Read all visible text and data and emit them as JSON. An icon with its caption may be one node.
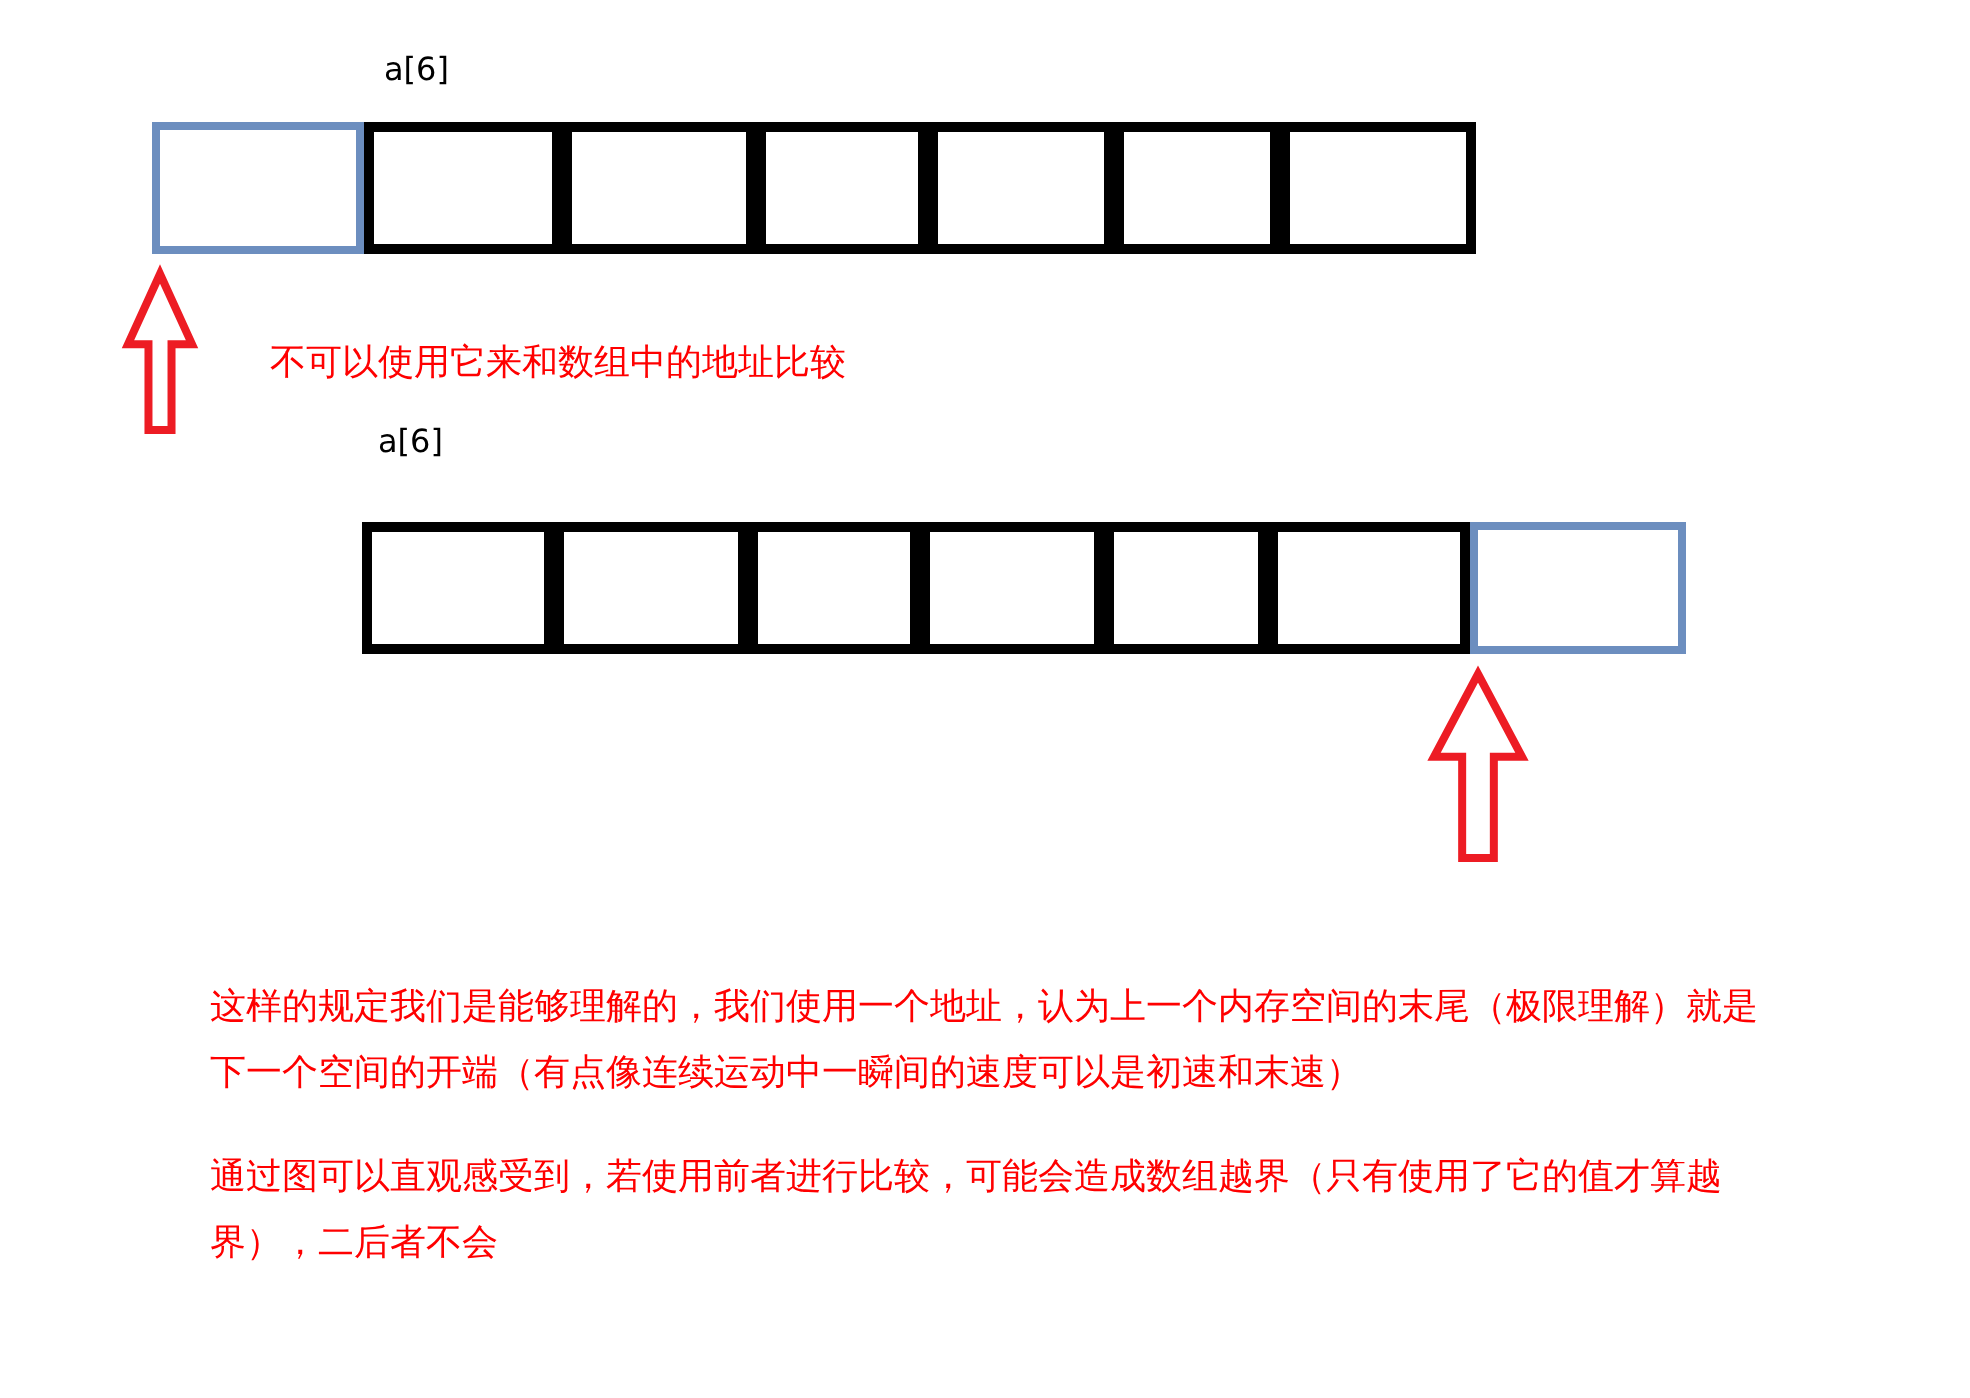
{
  "diagram": {
    "nodes": [
      {
        "text": [],
        "shape": "box"
      },
      {
        "text": [],
        "shape": "box"
      },
      {
        "text": [],
        "shape": "box"
      },
      {
        "text": [],
        "shape": "box"
      },
      {
        "text": [],
        "shape": "box"
      },
      {
        "text": [],
        "shape": "box"
      },
      {
        "text": [],
        "shape": "box"
      },
      {
        "text": [],
        "shape": "box"
      },
      {
        "text": [],
        "shape": "box"
      },
      {
        "text": [],
        "shape": "box"
      },
      {
        "text": [],
        "shape": "box"
      },
      {
        "text": [],
        "shape": "box"
      },
      {
        "text": [],
        "shape": "box"
      },
      {
        "text": [],
        "shape": "box"
      }
    ],
    "edges": [
      {
        "from": null,
        "to": 0,
        "arrow": "to"
      },
      {
        "from": null,
        "to": 13,
        "arrow": "to"
      }
    ],
    "labels": [
      "a[6]",
      "不可以使用它来和数组中的地址比较",
      "a[6]",
      "这样的规定我们是能够理解的，我们使用一个地址，认为上一个内存空间的末尾（极限理解）就是下一个空间的开端（有点像连续运动中一瞬间的速度可以是初速和末速）",
      "通过图可以直观感受到，若使用前者进行比较，可能会造成数组越界（只有使用了它的值才算越界），二后者不会"
    ]
  }
}
